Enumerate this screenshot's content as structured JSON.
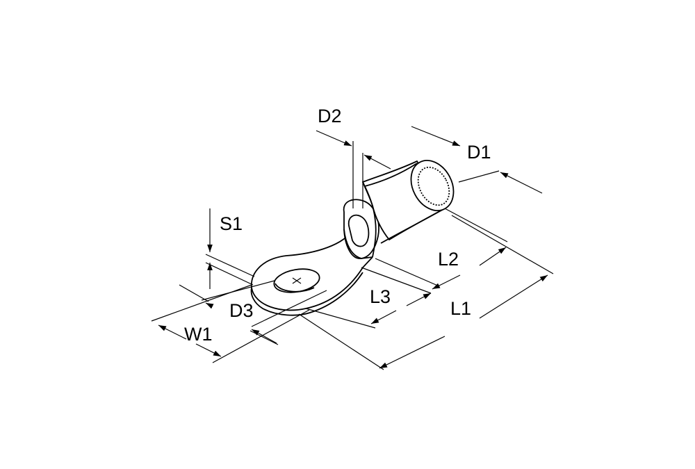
{
  "labels": {
    "d1": "D1",
    "d2": "D2",
    "d3": "D3",
    "s1": "S1",
    "w1": "W1",
    "l1": "L1",
    "l2": "L2",
    "l3": "L3"
  },
  "colors": {
    "line": "#000000",
    "background": "#ffffff"
  }
}
